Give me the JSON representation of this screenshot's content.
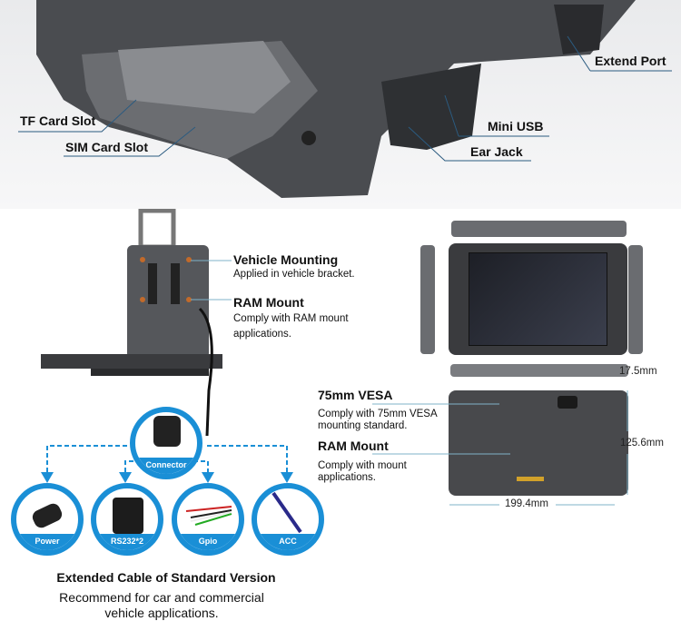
{
  "top_callouts": {
    "extend_port": "Extend Port",
    "tf_card_slot": "TF Card Slot",
    "sim_card_slot": "SIM Card Slot",
    "mini_usb": "Mini USB",
    "ear_jack": "Ear Jack"
  },
  "bracket": {
    "vehicle_mounting_title": "Vehicle Mounting",
    "vehicle_mounting_desc": "Applied in vehicle bracket.",
    "ram_title": "RAM Mount",
    "ram_desc_1": "Comply with RAM mount",
    "ram_desc_2": "applications."
  },
  "back": {
    "vesa_title": "75mm VESA",
    "vesa_desc_1": "Comply with 75mm VESA",
    "vesa_desc_2": "mounting standard.",
    "ram_title": "RAM Mount",
    "ram_desc_1": "Comply with mount",
    "ram_desc_2": "applications."
  },
  "dimensions": {
    "thickness": "17.5mm",
    "height": "125.6mm",
    "width": "199.4mm"
  },
  "cable": {
    "connector": "Connector",
    "items": [
      "Power",
      "RS232*2",
      "Gpio",
      "ACC"
    ],
    "title": "Extended Cable of Standard Version",
    "desc_1": "Recommend for car and commercial",
    "desc_2": "vehicle applications."
  },
  "colors": {
    "accent": "#1a8fd6",
    "leader": "#7fb3c8"
  }
}
